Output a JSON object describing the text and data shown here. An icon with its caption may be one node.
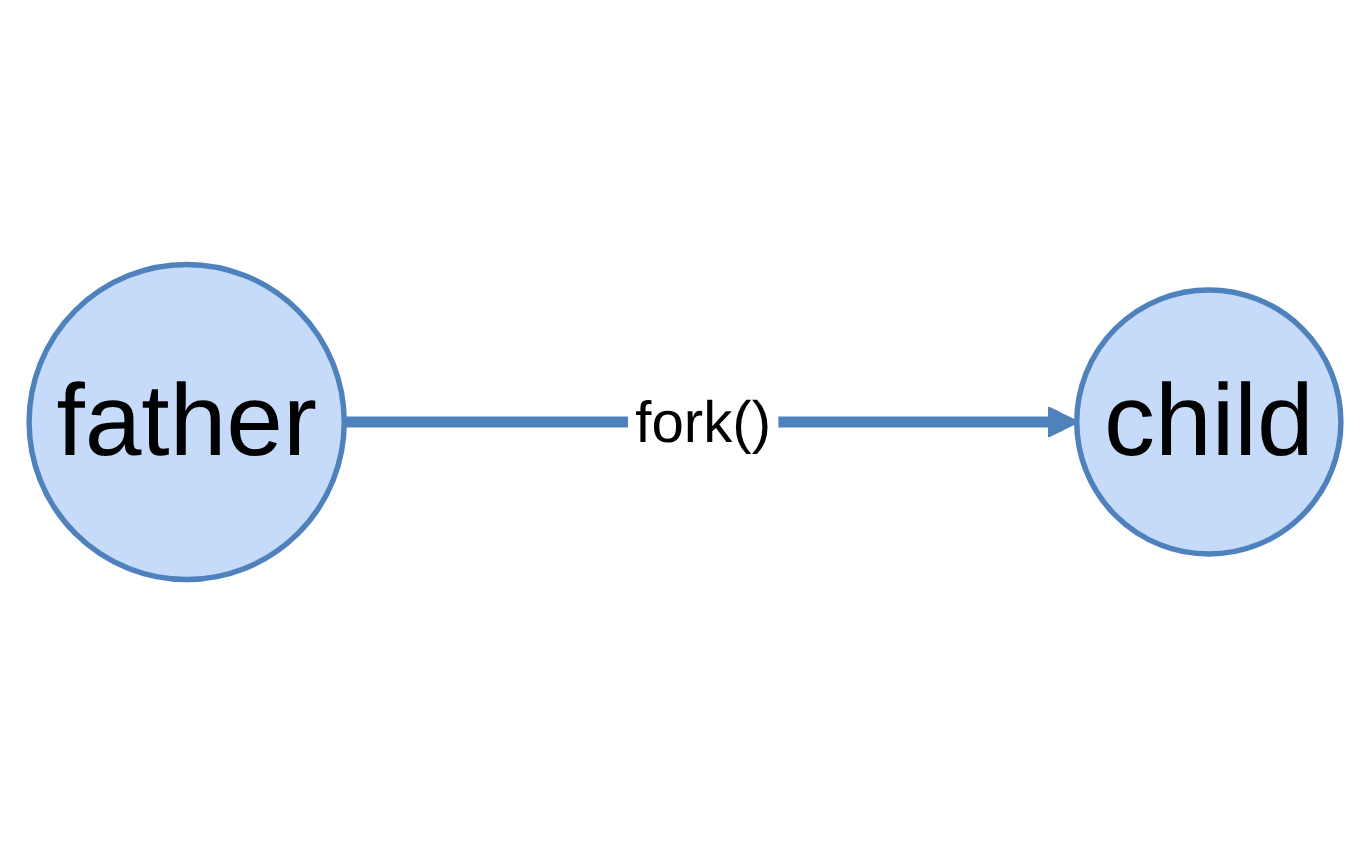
{
  "diagram": {
    "nodes": [
      {
        "text": [
          "father"
        ]
      },
      {
        "text": [
          "child"
        ]
      }
    ],
    "edges": [
      {
        "from": 0,
        "to": 1,
        "arrow": "to",
        "label": "fork()"
      }
    ]
  }
}
